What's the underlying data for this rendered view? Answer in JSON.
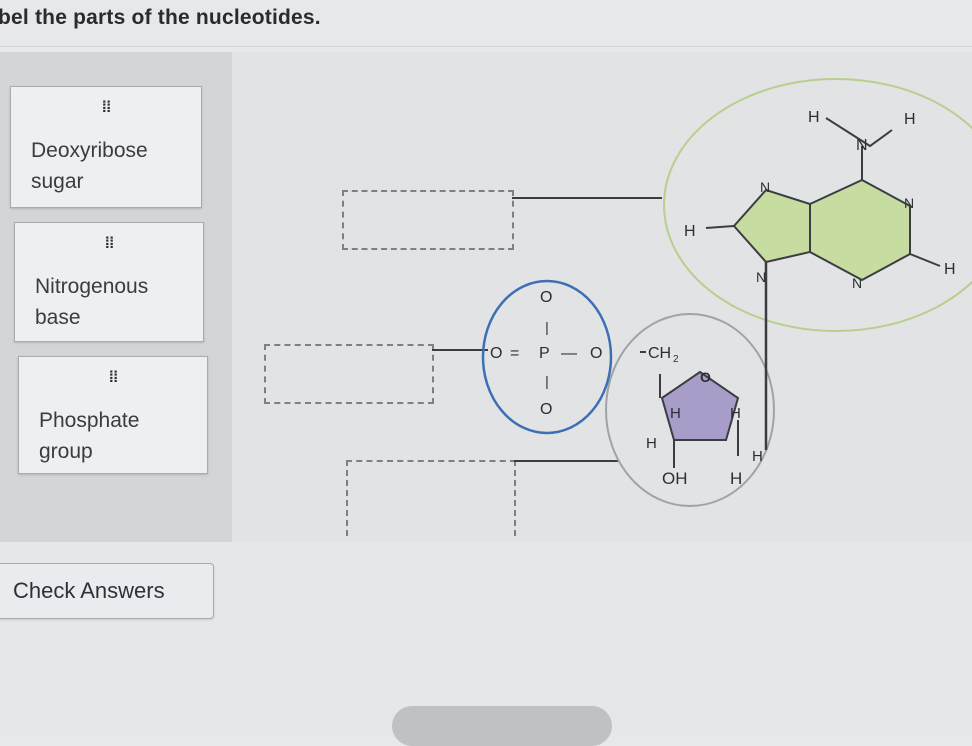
{
  "instructions": "bel the parts of the nucleotides.",
  "label_bank": {
    "grip_glyph": "⁞⁞",
    "tiles": [
      {
        "line1": "Deoxyribose",
        "line2": "sugar"
      },
      {
        "line1": "Nitrogenous",
        "line2": "base"
      },
      {
        "line1": "Phosphate",
        "line2": "group"
      }
    ]
  },
  "check_button": {
    "label": "Check Answers"
  },
  "diagram": {
    "phosphate": {
      "o_top": "O",
      "o_bottom": "O",
      "o_left": "O",
      "p": "P",
      "o_right": "O",
      "bar": "—",
      "double_bond": "="
    },
    "sugar": {
      "ch2": "CH",
      "sub2": "2",
      "ring_o": "O",
      "h_upper_left": "H",
      "h_upper_right": "H",
      "h_lower_left": "H",
      "oh": "OH",
      "h_lower_right": "H"
    },
    "base": {
      "h_ring": "H",
      "n_top": "N",
      "n_bottom": "N",
      "amine_h_left": "H",
      "amine_n": "N",
      "amine_h_right": "H",
      "n_right_top": "N",
      "n_right_bottom": "N",
      "h_far_right": "H"
    },
    "colors": {
      "base_fill": "#c6dca1",
      "sugar_fill": "#a89cc8",
      "phosphate_ring": "#3d6fb5",
      "base_ring": "#b7cf8d",
      "sugar_ring": "#9fa3a8"
    }
  }
}
